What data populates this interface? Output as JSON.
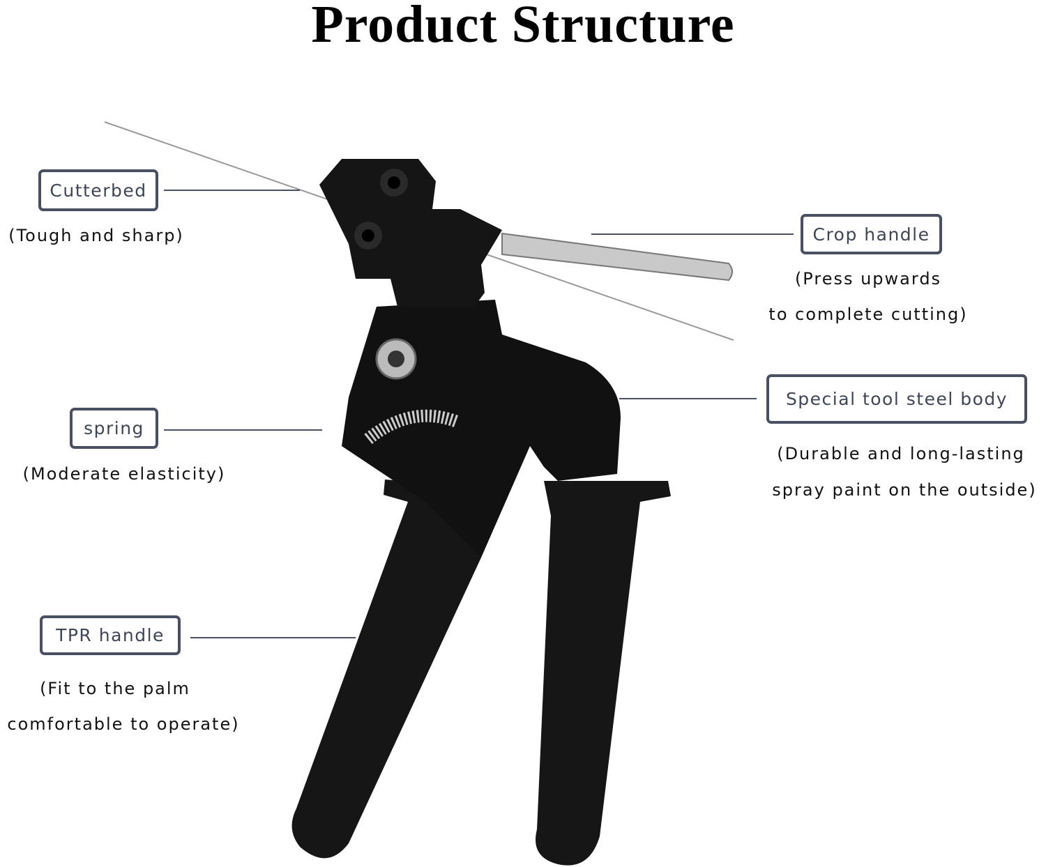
{
  "title": "Product Structure",
  "labels": {
    "cutterbed": {
      "name": "Cutterbed",
      "desc": [
        "(Tough and sharp)"
      ]
    },
    "crop_handle": {
      "name": "Crop handle",
      "desc": [
        "(Press upwards",
        "to complete cutting)"
      ]
    },
    "body": {
      "name": "Special tool steel body",
      "desc": [
        "(Durable and long-lasting",
        "spray paint on the outside)"
      ]
    },
    "spring": {
      "name": "spring",
      "desc": [
        "(Moderate elasticity)"
      ]
    },
    "tpr_handle": {
      "name": "TPR handle",
      "desc": [
        "(Fit to the palm",
        "comfortable to operate)"
      ]
    }
  },
  "colors": {
    "label_border": "#4a5061",
    "label_text": "#3e4554",
    "tool": "#141414"
  }
}
